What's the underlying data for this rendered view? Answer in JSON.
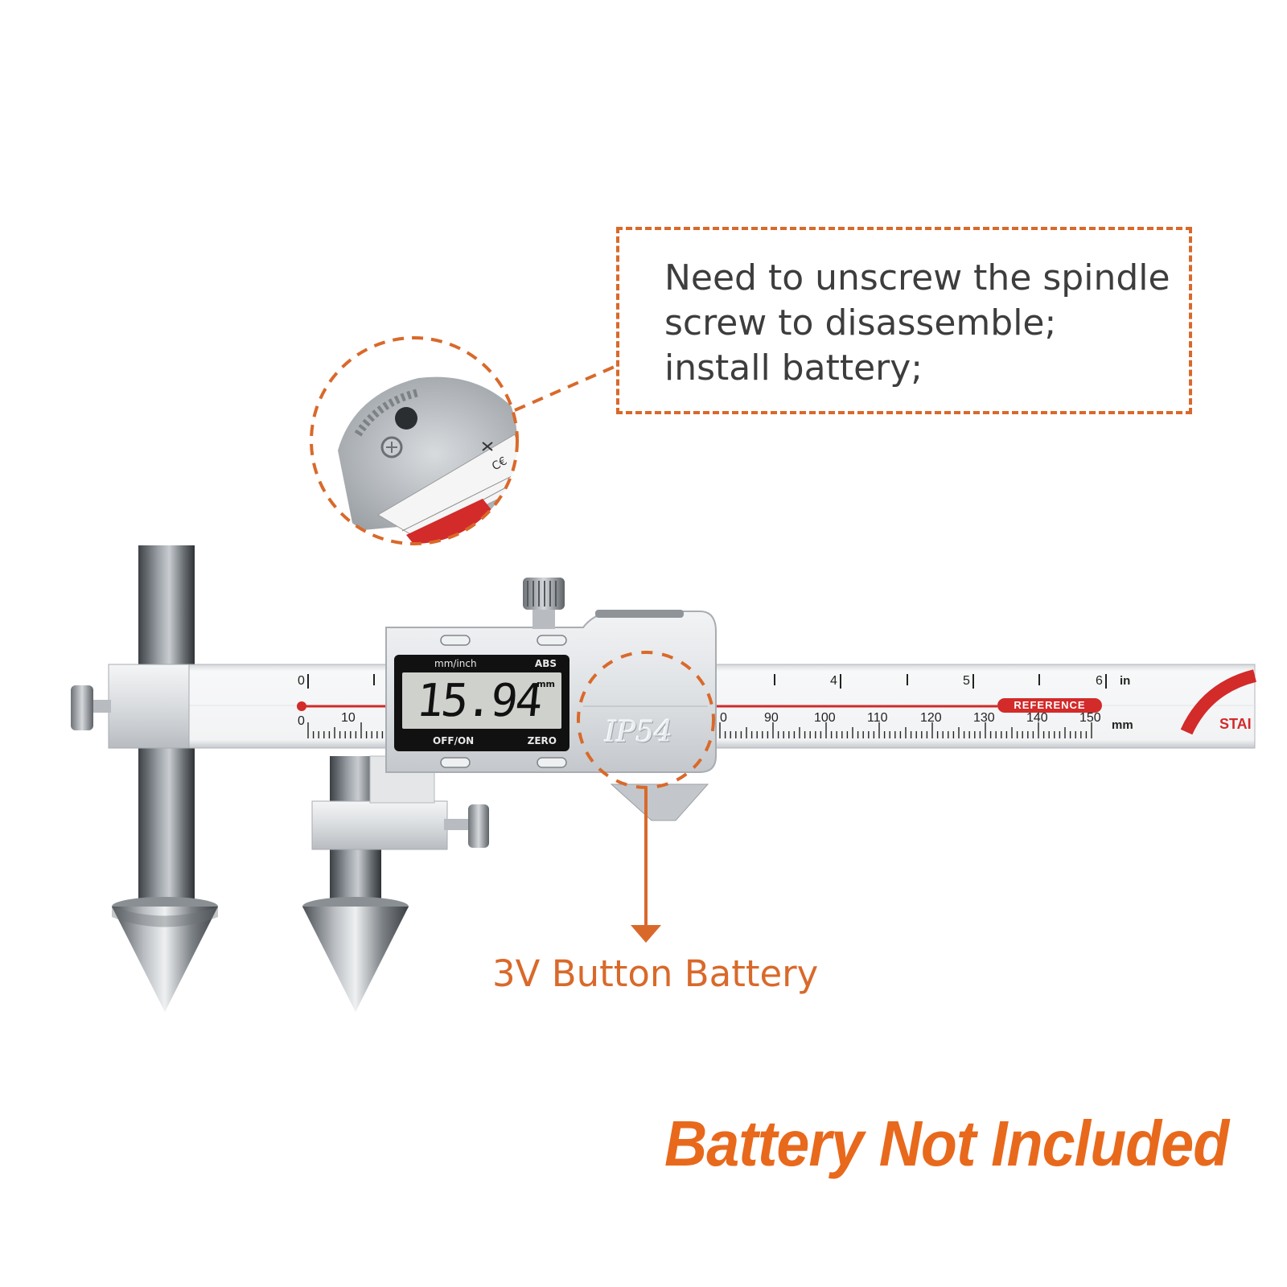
{
  "note": {
    "lines": [
      "Need to unscrew the spindle",
      "screw to disassemble;",
      "install battery;"
    ]
  },
  "callout": {
    "battery_label": "3V Button Battery"
  },
  "footer": {
    "text": "Battery Not Included"
  },
  "display": {
    "reading": "15.94",
    "unit_mm": "mm",
    "mode_label": "mm/inch",
    "abs_label": "ABS",
    "off_on_label": "OFF/ON",
    "zero_label": "ZERO"
  },
  "rating": "IP54",
  "scale": {
    "inch_labels": [
      "0",
      "4",
      "5",
      "6"
    ],
    "inch_unit": "in",
    "mm_labels": [
      "0",
      "10",
      "0",
      "90",
      "100",
      "110",
      "120",
      "130",
      "140",
      "150"
    ],
    "mm_unit": "mm",
    "reference_label": "REFERENCE",
    "brand_fragment": "STAI"
  },
  "colors": {
    "accent_orange": "#d9692a",
    "footer_orange": "#e8691c",
    "reference_red": "#d32a2a",
    "steel_light": "#eef0f2",
    "steel_dark": "#5f6469"
  }
}
